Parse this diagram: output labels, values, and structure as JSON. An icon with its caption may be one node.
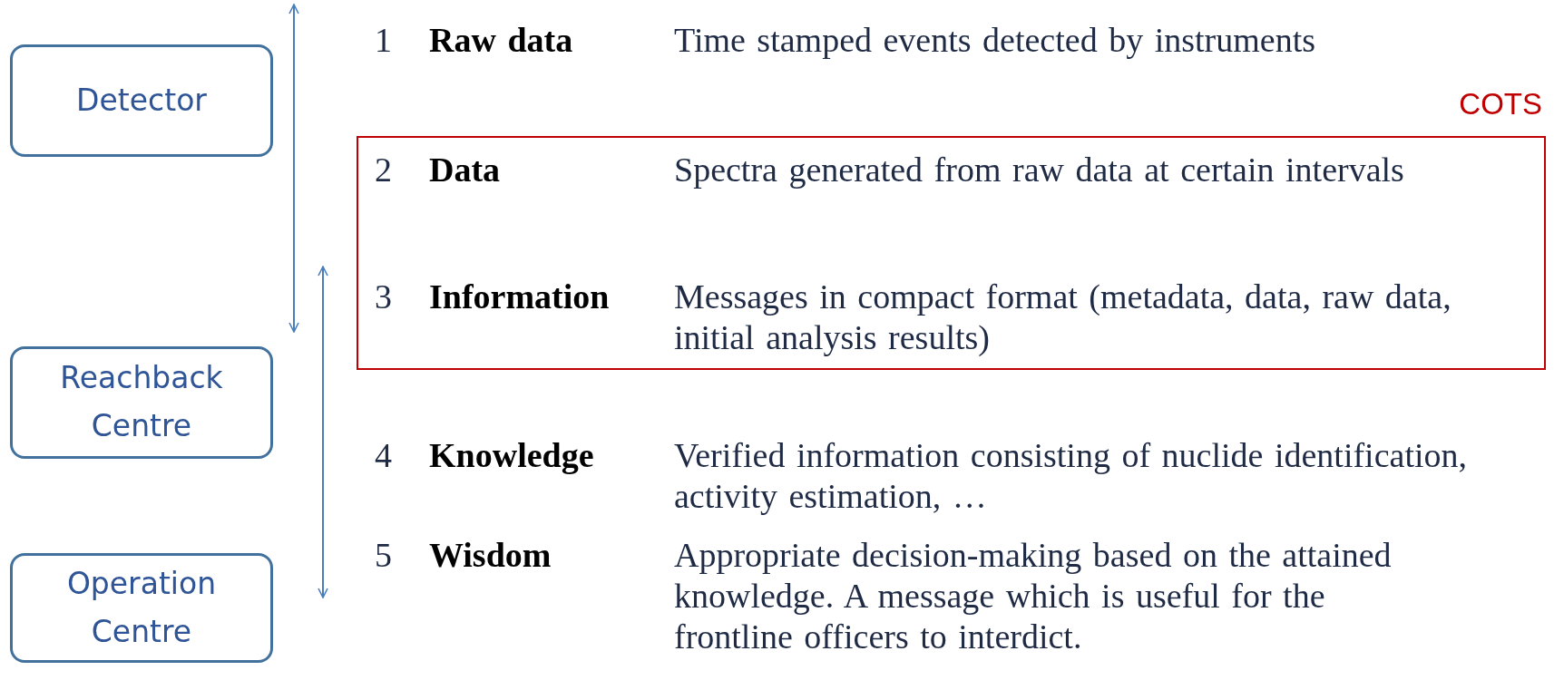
{
  "diagram": {
    "nodes": [
      {
        "text": [
          "Detector"
        ]
      },
      {
        "text": [
          "COTS"
        ]
      },
      {
        "text": [
          "Reachback Centre"
        ]
      },
      {
        "text": [
          "Operation Centre"
        ]
      }
    ],
    "labels": [
      "1",
      "Raw data",
      "Time stamped events detected by instruments",
      "2",
      "Data",
      "Spectra generated from raw data at certain intervals",
      "3",
      "Information",
      "Messages in compact format (metadata, data, raw data, initial analysis results)",
      "4",
      "Knowledge",
      "Verified information consisting of nuclide identification, activity estimation, …",
      "5",
      "Wisdom",
      "Appropriate decision-making based on the attained knowledge. A message which is useful for the frontline officers to interdict."
    ]
  }
}
